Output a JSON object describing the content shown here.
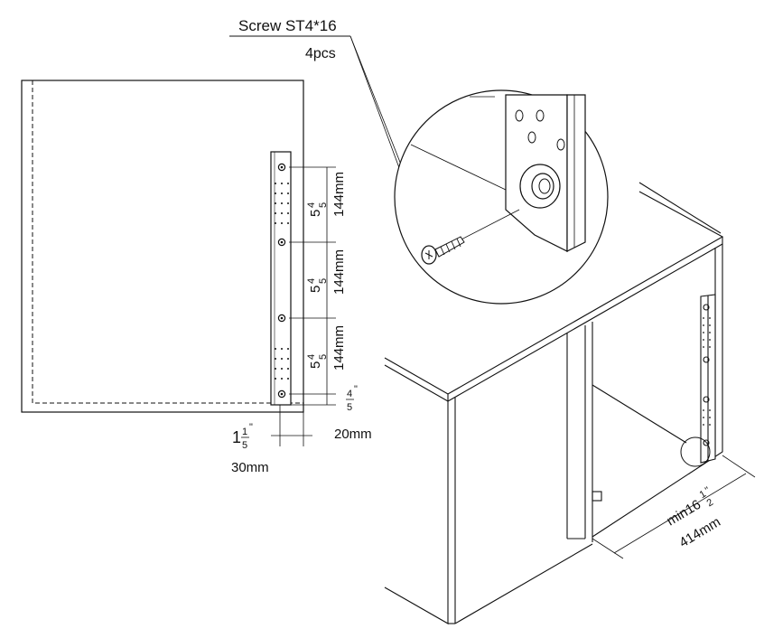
{
  "screw": {
    "name": "Screw  ST4*16",
    "qty": "4pcs"
  },
  "front_view": {
    "spacing_in": {
      "whole": "5",
      "num": "4",
      "den": "5",
      "unit": "\""
    },
    "spacing_mm": "144mm",
    "edge_in": {
      "num": "4",
      "den": "5",
      "unit": "\""
    },
    "edge_mm": "20mm",
    "side_in": {
      "whole": "1",
      "num": "1",
      "den": "5",
      "unit": "\""
    },
    "side_mm": "30mm"
  },
  "cabinet": {
    "depth_in": "min16",
    "depth_frac": {
      "num": "1",
      "den": "2",
      "unit": "\""
    },
    "depth_mm": "414mm"
  }
}
